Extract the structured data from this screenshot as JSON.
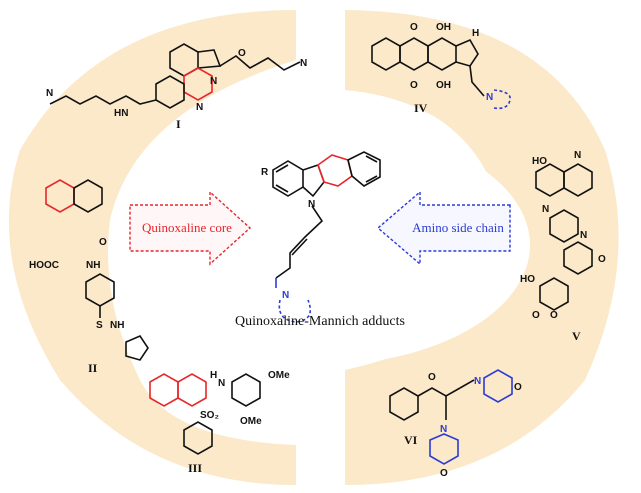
{
  "title": "Quinoxaline-Mannich adducts",
  "left_arrow_label": "Quinoxaline core",
  "right_arrow_label": "Amino side chain",
  "compound_labels": {
    "I": "I",
    "II": "II",
    "III": "III",
    "IV": "IV",
    "V": "V",
    "VI": "VI"
  },
  "atom_labels": {
    "R": "R",
    "N": "N",
    "HN": "HN",
    "NH": "NH",
    "H": "H",
    "O": "O",
    "OH": "OH",
    "HO": "HO",
    "HOOC": "HOOC",
    "OMe": "OMe",
    "SO2": "SO₂",
    "S": "S"
  },
  "colors": {
    "background_arc": "#fbe9c9",
    "quinoxaline_red": "#e8262b",
    "amino_blue": "#2b3bd6",
    "ink": "#111111"
  }
}
